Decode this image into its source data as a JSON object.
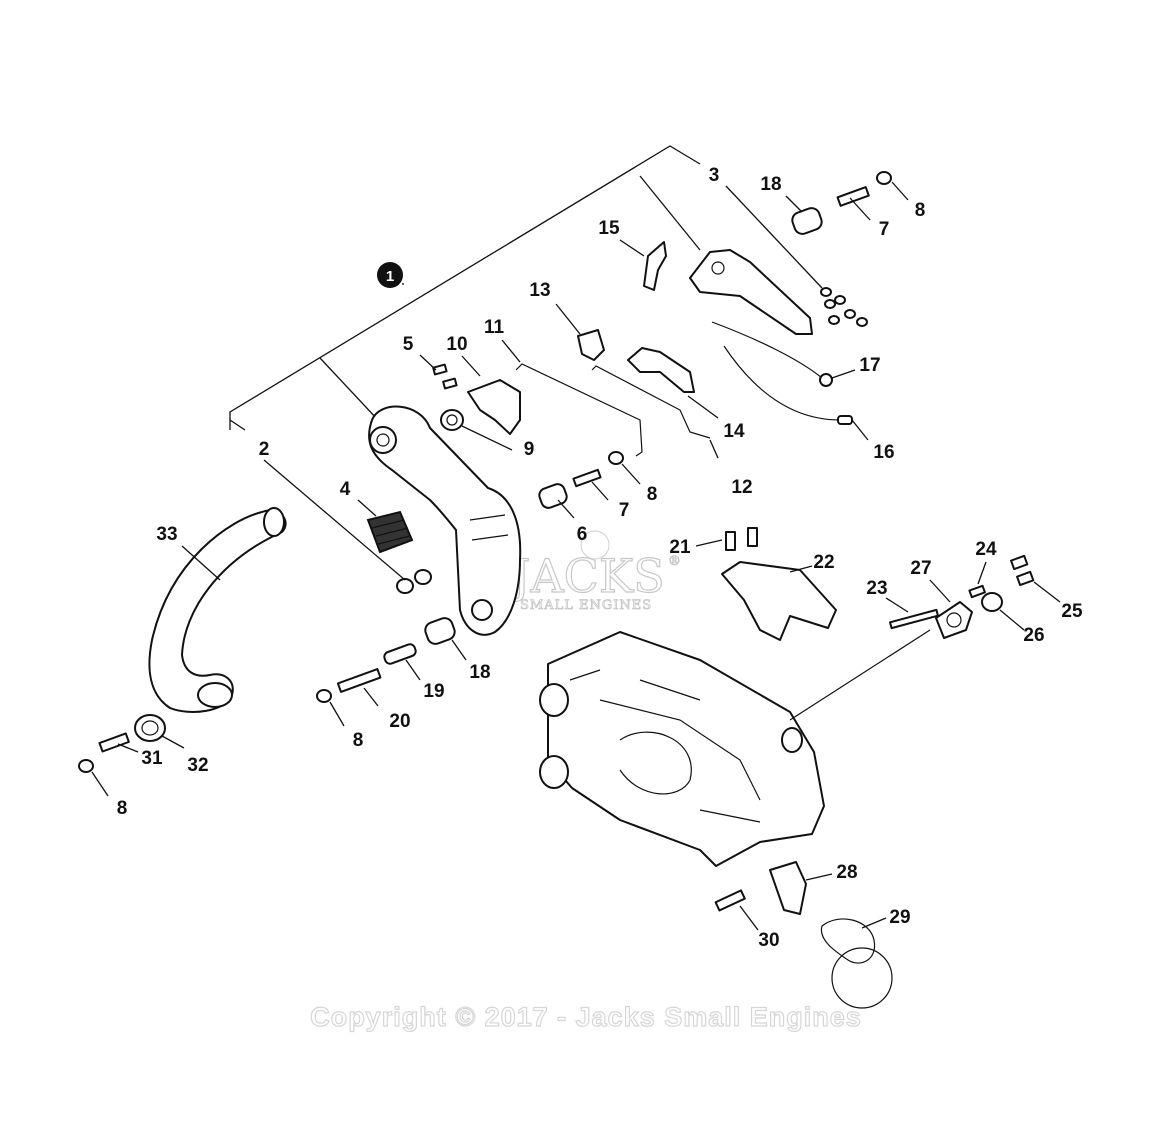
{
  "diagram": {
    "assembly_badge": "1",
    "callouts": [
      "2",
      "3",
      "4",
      "5",
      "6",
      "7",
      "8",
      "9",
      "10",
      "11",
      "12",
      "13",
      "14",
      "15",
      "16",
      "17",
      "18",
      "19",
      "20",
      "21",
      "22",
      "23",
      "24",
      "25",
      "26",
      "27",
      "28",
      "29",
      "30",
      "31",
      "32",
      "33"
    ],
    "watermark": {
      "logo_text": "JACKS",
      "logo_subtitle": "SMALL ENGINES",
      "registered_mark": "®"
    },
    "copyright": "Copyright © 2017 - Jacks Small Engines"
  }
}
